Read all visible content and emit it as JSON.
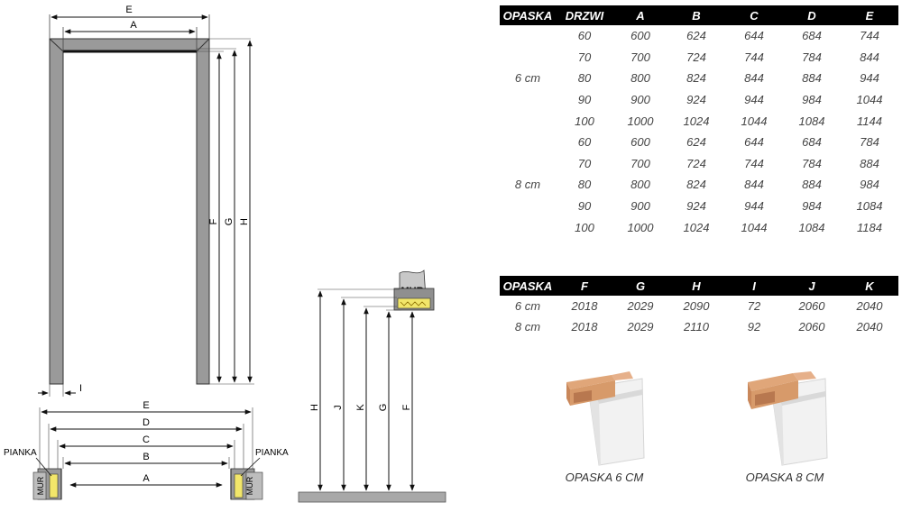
{
  "table_sizes": {
    "headers": [
      "OPASKA",
      "DRZWI",
      "A",
      "B",
      "C",
      "D",
      "E"
    ],
    "groups": [
      {
        "opaska": "6 cm",
        "rows": [
          [
            "60",
            "600",
            "624",
            "644",
            "684",
            "744"
          ],
          [
            "70",
            "700",
            "724",
            "744",
            "784",
            "844"
          ],
          [
            "80",
            "800",
            "824",
            "844",
            "884",
            "944"
          ],
          [
            "90",
            "900",
            "924",
            "944",
            "984",
            "1044"
          ],
          [
            "100",
            "1000",
            "1024",
            "1044",
            "1084",
            "1144"
          ]
        ]
      },
      {
        "opaska": "8 cm",
        "rows": [
          [
            "60",
            "600",
            "624",
            "644",
            "684",
            "784"
          ],
          [
            "70",
            "700",
            "724",
            "744",
            "784",
            "884"
          ],
          [
            "80",
            "800",
            "824",
            "844",
            "884",
            "984"
          ],
          [
            "90",
            "900",
            "924",
            "944",
            "984",
            "1084"
          ],
          [
            "100",
            "1000",
            "1024",
            "1044",
            "1084",
            "1184"
          ]
        ]
      }
    ]
  },
  "table_heights": {
    "headers": [
      "OPASKA",
      "F",
      "G",
      "H",
      "I",
      "J",
      "K"
    ],
    "rows": [
      [
        "6 cm",
        "2018",
        "2029",
        "2090",
        "72",
        "2060",
        "2040"
      ],
      [
        "8 cm",
        "2018",
        "2029",
        "2110",
        "92",
        "2060",
        "2040"
      ]
    ]
  },
  "front_view": {
    "label_e": "E",
    "label_a": "A",
    "label_f": "F",
    "label_g": "G",
    "label_h": "H",
    "label_i": "I"
  },
  "plan_view": {
    "label_e": "E",
    "label_d": "D",
    "label_c": "C",
    "label_b": "B",
    "label_a": "A",
    "pianka_left": "PIANKA",
    "pianka_right": "PIANKA",
    "mur_left": "MUR",
    "mur_right": "MUR"
  },
  "side_view": {
    "mur": "MUR",
    "label_h": "H",
    "label_j": "J",
    "label_k": "K",
    "label_g": "G",
    "label_f": "F"
  },
  "photos": [
    {
      "caption": "OPASKA 6 CM"
    },
    {
      "caption": "OPASKA 8 CM"
    }
  ],
  "colors": {
    "frame_gray": "#8a8a8a",
    "foam_yellow": "#f2e66a",
    "wood": "#d79a6a",
    "header_bg": "#000000"
  }
}
